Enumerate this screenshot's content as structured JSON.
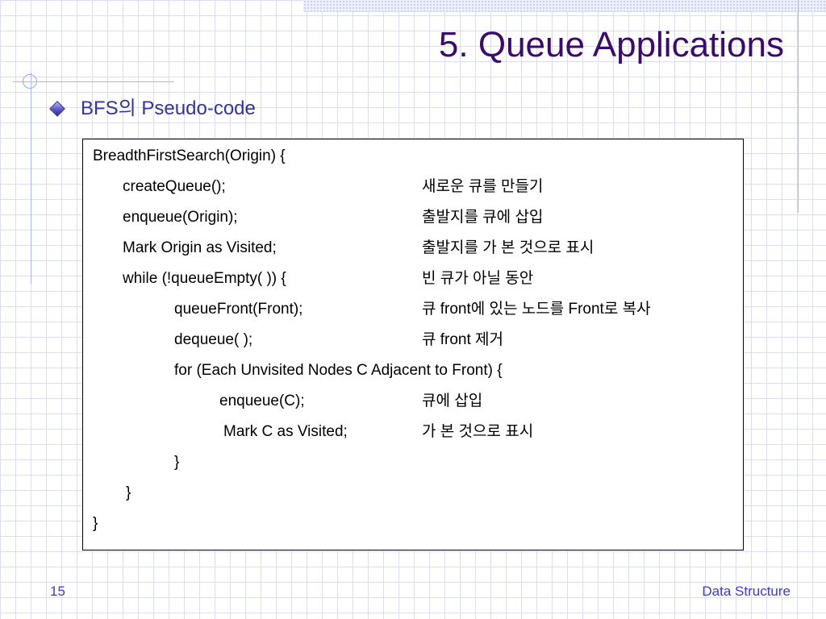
{
  "slide": {
    "title": "5. Queue Applications",
    "bullet": "BFS의 Pseudo-code",
    "page_number": "15",
    "footer": "Data Structure"
  },
  "code": {
    "lines": [
      {
        "text": "BreadthFirstSearch(Origin) {",
        "comment": ""
      },
      {
        "text": "createQueue();",
        "comment": "새로운 큐를 만들기"
      },
      {
        "text": "enqueue(Origin);",
        "comment": "출발지를 큐에 삽입"
      },
      {
        "text": "Mark Origin as Visited;",
        "comment": "출발지를 가 본 것으로 표시"
      },
      {
        "text": "while (!queueEmpty( )) {",
        "comment": "빈 큐가 아닐 동안"
      },
      {
        "text": "queueFront(Front);",
        "comment": "큐 front에 있는 노드를 Front로 복사"
      },
      {
        "text": "dequeue( );",
        "comment": "큐 front 제거"
      },
      {
        "text": "for (Each Unvisited Nodes C Adjacent to Front) {",
        "comment": ""
      },
      {
        "text": "enqueue(C);",
        "comment": "큐에 삽입"
      },
      {
        "text": "Mark C as Visited;",
        "comment": "가 본 것으로 표시"
      },
      {
        "text": "}",
        "comment": ""
      },
      {
        "text": "}",
        "comment": ""
      },
      {
        "text": "}",
        "comment": ""
      }
    ]
  },
  "colors": {
    "title": "#3c0a6e",
    "bullet_text": "#34349a",
    "footer_text": "#3c3cc8",
    "grid": "#dcdcf2"
  },
  "icons": {
    "bullet": "diamond-bullet-icon"
  }
}
